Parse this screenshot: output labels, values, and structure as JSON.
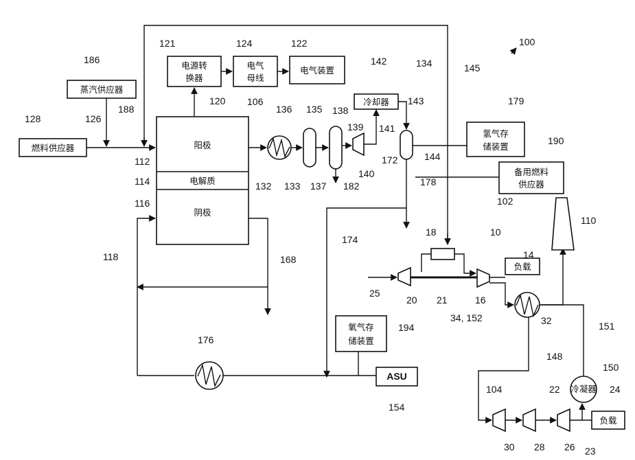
{
  "figure_number": "100",
  "boxes": {
    "power_converter": "电源转换器",
    "power_converter_l1": "电源转",
    "power_converter_l2": "换器",
    "bus_l1": "电气",
    "bus_l2": "母线",
    "electrical_device": "电气装置",
    "steam_supply": "蒸汽供应器",
    "fuel_supply": "燃料供应器",
    "anode": "阳极",
    "electrolyte": "电解质",
    "cathode": "阴极",
    "cooler": "冷却器",
    "hydrogen_storage_l1": "氢气存",
    "hydrogen_storage_l2": "储装置",
    "backup_fuel_l1": "备用燃料",
    "backup_fuel_l2": "供应器",
    "load_top": "负载",
    "load_bottom": "负载",
    "oxygen_storage_l1": "氧气存",
    "oxygen_storage_l2": "储装置",
    "asu": "ASU",
    "condenser": "冷凝器"
  },
  "refs": {
    "r121": "121",
    "r124": "124",
    "r122": "122",
    "r186": "186",
    "r188": "188",
    "r126": "126",
    "r128": "128",
    "r120": "120",
    "r106": "106",
    "r136": "136",
    "r135": "135",
    "r138": "138",
    "r139": "139",
    "r142": "142",
    "r134": "134",
    "r145": "145",
    "r143": "143",
    "r141": "141",
    "r179": "179",
    "r190": "190",
    "r112": "112",
    "r114": "114",
    "r116": "116",
    "r132": "132",
    "r133": "133",
    "r137": "137",
    "r182": "182",
    "r140": "140",
    "r172": "172",
    "r144": "144",
    "r178": "178",
    "r102": "102",
    "r110": "110",
    "r118": "118",
    "r168": "168",
    "r174": "174",
    "r18": "18",
    "r10": "10",
    "r14": "14",
    "r25": "25",
    "r20": "20",
    "r21": "21",
    "r16": "16",
    "r34_152": "34, 152",
    "r32": "32",
    "r151": "151",
    "r176": "176",
    "r194": "194",
    "r154": "154",
    "r148": "148",
    "r150": "150",
    "r104": "104",
    "r22": "22",
    "r24": "24",
    "r30": "30",
    "r28": "28",
    "r26": "26",
    "r23": "23"
  }
}
